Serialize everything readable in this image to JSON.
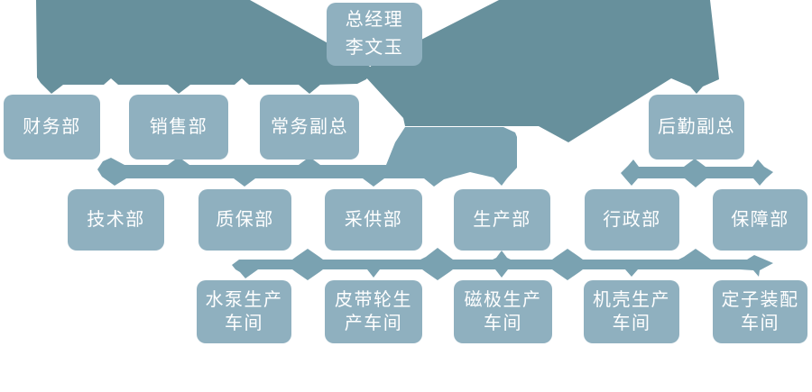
{
  "chart": {
    "type": "org-chart",
    "colors": {
      "background": "#FFFFFF",
      "trunk": "#67909C",
      "band": "#7AA2B1",
      "node": "#8FB0BF",
      "node_text": "#FFFFFF"
    },
    "nodes": {
      "gm": {
        "line1": "总经理",
        "line2": "李文玉",
        "level": 1
      },
      "finance": {
        "label": "财务部",
        "level": 2
      },
      "sales": {
        "label": "销售部",
        "level": 2
      },
      "exec_deputy": {
        "label": "常务副总",
        "level": 2
      },
      "logistics_deputy": {
        "label": "后勤副总",
        "level": 2
      },
      "tech": {
        "label": "技术部",
        "level": 3
      },
      "qa": {
        "label": "质保部",
        "level": 3
      },
      "procurement": {
        "label": "采供部",
        "level": 3
      },
      "production": {
        "label": "生产部",
        "level": 3
      },
      "admin": {
        "label": "行政部",
        "level": 3
      },
      "support": {
        "label": "保障部",
        "level": 3
      },
      "pump_workshop": {
        "label": "水泵生产车间",
        "level": 4
      },
      "pulley_workshop": {
        "label": "皮带轮生产车间",
        "level": 4
      },
      "magnet_workshop": {
        "label": "磁极生产车间",
        "level": 4
      },
      "casing_workshop": {
        "label": "机壳生产车间",
        "level": 4
      },
      "stator_workshop": {
        "label": "定子装配车间",
        "level": 4
      }
    }
  }
}
